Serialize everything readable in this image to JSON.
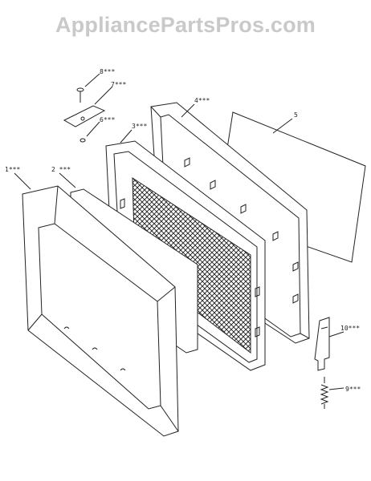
{
  "watermark": "AppliancePartsPros.com",
  "callouts": [
    {
      "id": "1",
      "text": "1***"
    },
    {
      "id": "2",
      "text": "2 ***"
    },
    {
      "id": "3",
      "text": "3***"
    },
    {
      "id": "4",
      "text": "4***"
    },
    {
      "id": "5",
      "text": "5"
    },
    {
      "id": "6",
      "text": "6***"
    },
    {
      "id": "7",
      "text": "7***"
    },
    {
      "id": "8",
      "text": "8***"
    },
    {
      "id": "9",
      "text": "9***"
    },
    {
      "id": "10",
      "text": "10***"
    }
  ]
}
